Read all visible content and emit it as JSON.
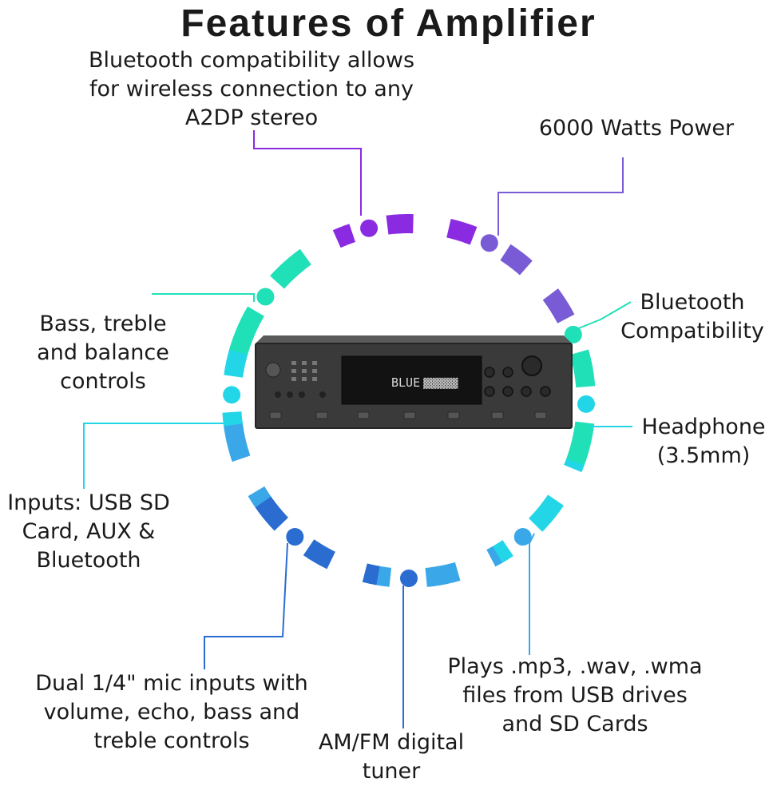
{
  "title": "Features of Amplifier",
  "colors": {
    "purple": "#8a2be2",
    "blue_purple": "#7a5bd6",
    "teal": "#20e0b8",
    "cyan": "#22d6e8",
    "sky": "#3aa8e8",
    "blue": "#2a6cd0",
    "text": "#1a1a1a"
  },
  "features": [
    {
      "id": "bluetooth-a2dp",
      "lines": [
        "Bluetooth compatibility allows",
        "for wireless connection to any",
        "A2DP stereo"
      ]
    },
    {
      "id": "power",
      "lines": [
        "6000 Watts Power"
      ]
    },
    {
      "id": "bluetooth-compat",
      "lines": [
        "Bluetooth",
        "Compatibility"
      ]
    },
    {
      "id": "headphone",
      "lines": [
        "Headphone",
        "(3.5mm)"
      ]
    },
    {
      "id": "bass-treble",
      "lines": [
        "Bass, treble",
        "and balance",
        "controls"
      ]
    },
    {
      "id": "inputs",
      "lines": [
        "Inputs: USB SD",
        "Card, AUX &",
        "Bluetooth"
      ]
    },
    {
      "id": "mic-inputs",
      "lines": [
        "Dual 1/4\" mic inputs with",
        "volume, echo, bass and",
        "treble controls"
      ]
    },
    {
      "id": "tuner",
      "lines": [
        "AM/FM digital",
        "tuner"
      ]
    },
    {
      "id": "plays",
      "lines": [
        "Plays .mp3, .wav, .wma",
        "files from USB drives",
        "and SD Cards"
      ]
    }
  ],
  "amplifier": {
    "display_text": "BLUE",
    "display_suffix": "▓▓▓▓▓▓"
  }
}
